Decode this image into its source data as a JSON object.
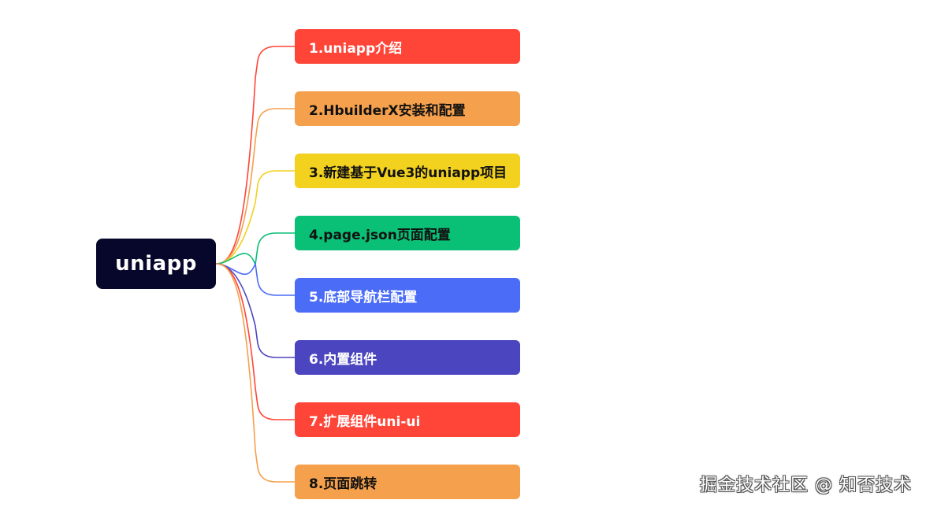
{
  "mindmap": {
    "root": {
      "label": "uniapp",
      "color": "#06072a"
    },
    "branches": [
      {
        "label": "1.uniapp介绍",
        "color": "#ff4538",
        "text_color": "#ffffff"
      },
      {
        "label": "2.HbuilderX安装和配置",
        "color": "#f5a04c",
        "text_color": "#111111"
      },
      {
        "label": "3.新建基于Vue3的uniapp项目",
        "color": "#f2d11f",
        "text_color": "#111111"
      },
      {
        "label": "4.page.json页面配置",
        "color": "#0abf76",
        "text_color": "#111111"
      },
      {
        "label": "5.底部导航栏配置",
        "color": "#4a6cf7",
        "text_color": "#ffffff"
      },
      {
        "label": "6.内置组件",
        "color": "#4b45bf",
        "text_color": "#ffffff"
      },
      {
        "label": "7.扩展组件uni-ui",
        "color": "#ff4538",
        "text_color": "#ffffff"
      },
      {
        "label": "8.页面跳转",
        "color": "#f5a04c",
        "text_color": "#111111"
      }
    ]
  },
  "watermark": "掘金技术社区 @ 知否技术"
}
